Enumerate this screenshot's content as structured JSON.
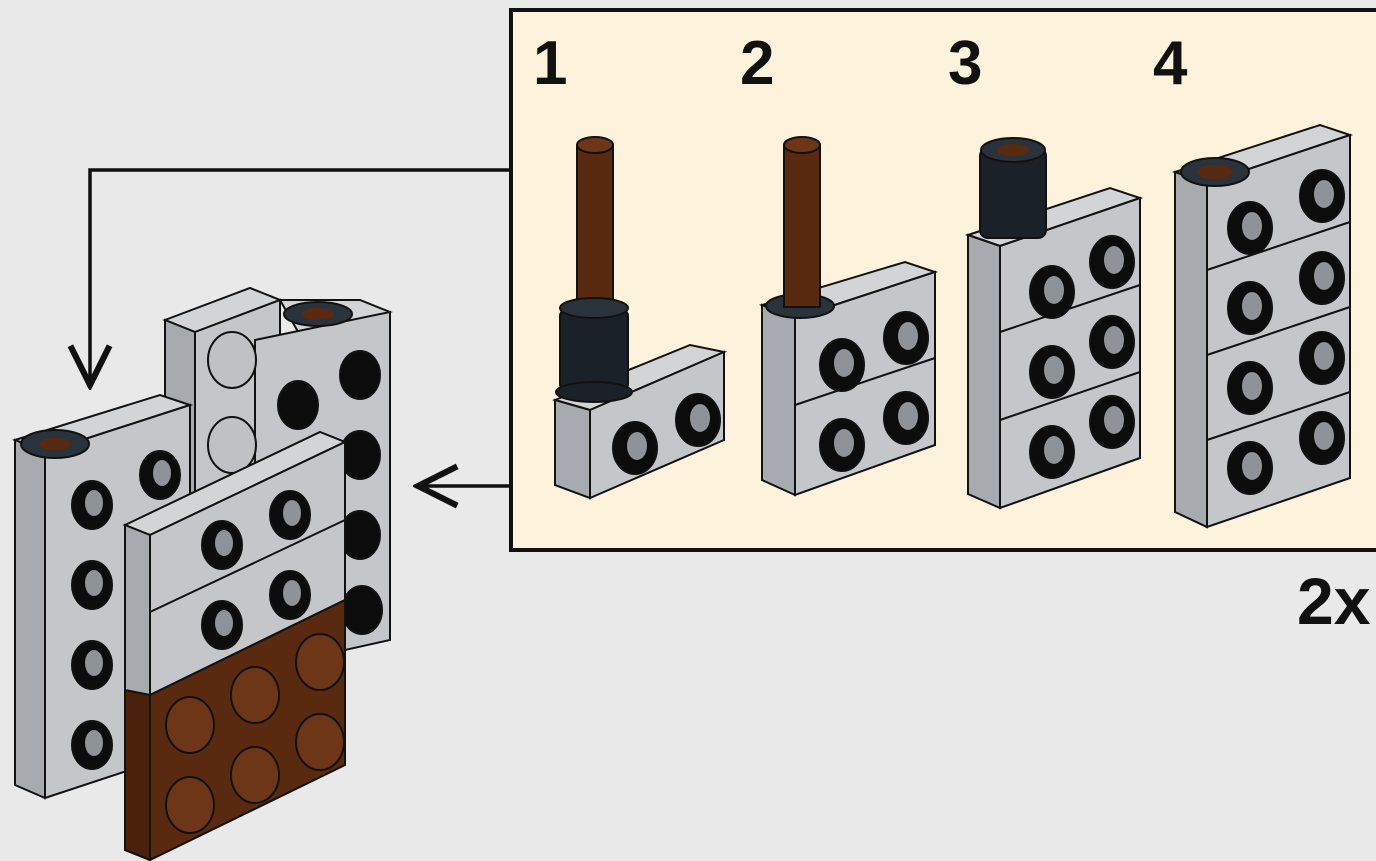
{
  "steps": [
    {
      "number": "1"
    },
    {
      "number": "2"
    },
    {
      "number": "3"
    },
    {
      "number": "4"
    }
  ],
  "multiplier": "2x",
  "colors": {
    "background": "#e9e9e9",
    "callout_fill": "#fdf3dc",
    "brick_light_gray": "#c4c6c9",
    "brick_side_gray": "#a7aaae",
    "brown": "#5a2a10",
    "black_pin": "#1a2128",
    "outline": "#111111"
  }
}
